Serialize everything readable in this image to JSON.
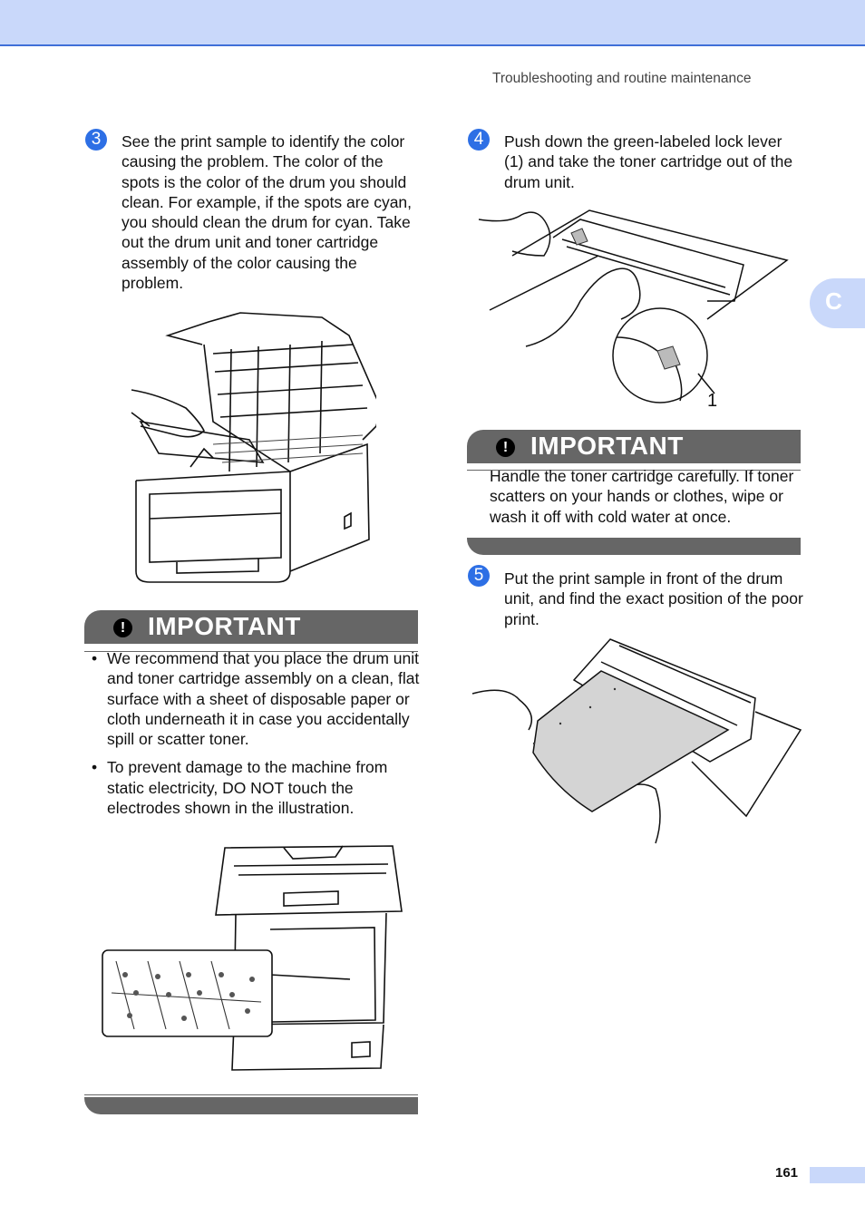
{
  "header": {
    "running_title": "Troubleshooting and routine maintenance"
  },
  "side_tab": {
    "letter": "C"
  },
  "steps": [
    {
      "number": "3",
      "text": "See the print sample to identify the color causing the problem. The color of the spots is the color of the drum you should clean. For example, if the spots are cyan, you should clean the drum for cyan. Take out the drum unit and toner cartridge assembly of the color causing the problem."
    },
    {
      "number": "4",
      "text": "Push down the green-labeled lock lever (1) and take the toner cartridge out of the drum unit."
    },
    {
      "number": "5",
      "text": "Put the print sample in front of the drum unit, and find the exact position of the poor print."
    }
  ],
  "important_left": {
    "title": "IMPORTANT",
    "bullets": [
      "We recommend that you place the drum unit and toner cartridge assembly on a clean, flat surface with a sheet of disposable paper or cloth underneath it in case you accidentally spill or scatter toner.",
      "To prevent damage to the machine from static electricity, DO NOT touch the electrodes shown in the illustration."
    ]
  },
  "important_right": {
    "title": "IMPORTANT",
    "text": "Handle the toner cartridge carefully. If toner scatters on your hands or clothes, wipe or wash it off with cold water at once."
  },
  "figure_labels": {
    "lever_callout": "1"
  },
  "footer": {
    "page_number": "161"
  },
  "colors": {
    "accent_blue": "#2d6fe5",
    "light_blue": "#c9d8fa",
    "important_gray": "#666666"
  }
}
